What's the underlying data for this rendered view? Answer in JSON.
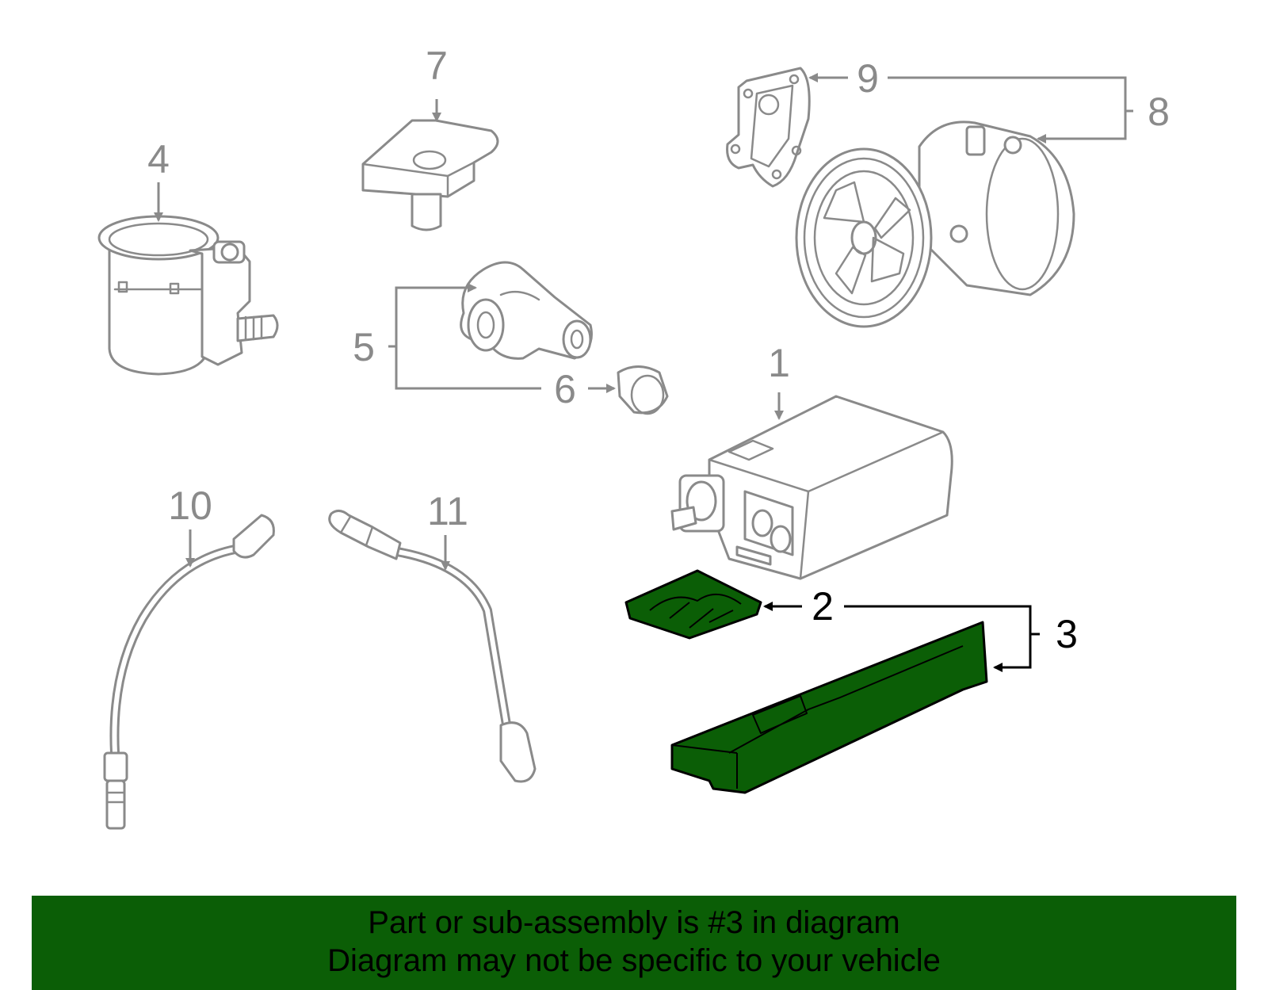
{
  "diagram": {
    "callouts": [
      "1",
      "2",
      "3",
      "4",
      "5",
      "6",
      "7",
      "8",
      "9",
      "10",
      "11"
    ],
    "highlighted_part": "3",
    "highlight_color": "#0b5e06",
    "line_color": "#8a8a8a"
  },
  "banner": {
    "line1": "Part or sub-assembly is #3 in diagram",
    "line2": "Diagram may not be specific to your vehicle",
    "color": "#0b5e06"
  }
}
